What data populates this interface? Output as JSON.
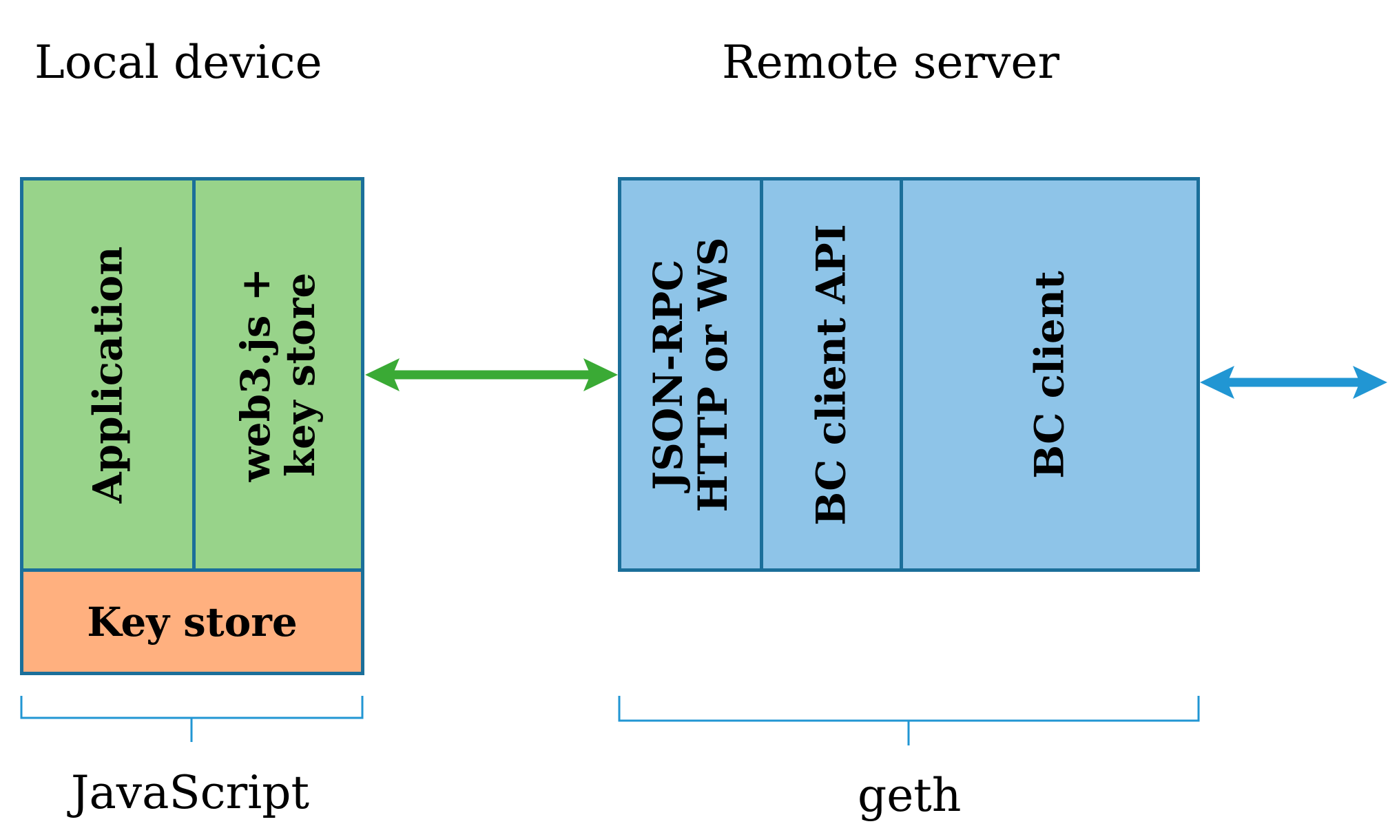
{
  "headings": {
    "local": "Local device",
    "remote": "Remote server"
  },
  "local": {
    "application": "Application",
    "web3_line1": "web3.js +",
    "web3_line2": "key store",
    "key_store": "Key store",
    "group_label": "JavaScript"
  },
  "remote": {
    "jsonrpc_line1": "JSON-RPC",
    "jsonrpc_line2": "HTTP or WS",
    "bc_client_api": "BC client API",
    "bc_client": "BC client",
    "group_label": "geth"
  },
  "colors": {
    "local_green": "#98d38a",
    "key_store_orange": "#ffb07f",
    "remote_blue": "#8ec4e8",
    "border": "#1b6f9a",
    "green_arrow": "#3aaa35",
    "blue_arrow": "#2196d3",
    "brace": "#2196d3"
  }
}
